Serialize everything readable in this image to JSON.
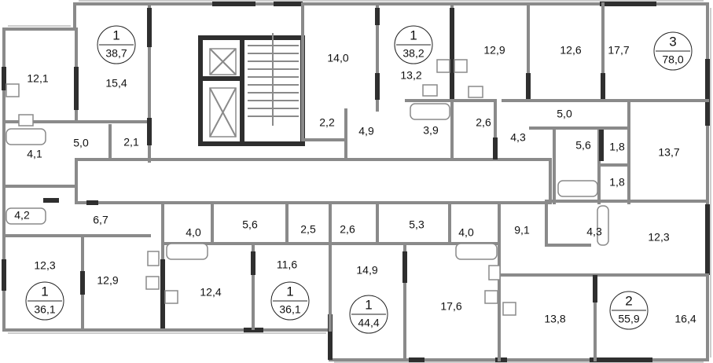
{
  "rooms": [
    {
      "id": "r1",
      "area": "12,1"
    },
    {
      "id": "r2",
      "area": "15,4"
    },
    {
      "id": "r3",
      "area": "5,0"
    },
    {
      "id": "r4",
      "area": "2,1"
    },
    {
      "id": "r5",
      "area": "4,1"
    },
    {
      "id": "r6",
      "area": "14,0"
    },
    {
      "id": "r7",
      "area": "2,2"
    },
    {
      "id": "r8",
      "area": "4,9"
    },
    {
      "id": "r9",
      "area": "13,2"
    },
    {
      "id": "r10",
      "area": "3,9"
    },
    {
      "id": "r11",
      "area": "2,6"
    },
    {
      "id": "r12",
      "area": "12,9"
    },
    {
      "id": "r13",
      "area": "12,6"
    },
    {
      "id": "r14",
      "area": "17,7"
    },
    {
      "id": "r15",
      "area": "5,0"
    },
    {
      "id": "r16",
      "area": "4,3"
    },
    {
      "id": "r17",
      "area": "5,6"
    },
    {
      "id": "r18",
      "area": "1,8"
    },
    {
      "id": "r19",
      "area": "13,7"
    },
    {
      "id": "r20",
      "area": "1,8"
    },
    {
      "id": "r21",
      "area": "4,2"
    },
    {
      "id": "r22",
      "area": "6,7"
    },
    {
      "id": "r23",
      "area": "4,0"
    },
    {
      "id": "r24",
      "area": "5,6"
    },
    {
      "id": "r25",
      "area": "2,5"
    },
    {
      "id": "r26",
      "area": "2,6"
    },
    {
      "id": "r27",
      "area": "5,3"
    },
    {
      "id": "r28",
      "area": "4,0"
    },
    {
      "id": "r29",
      "area": "9,1"
    },
    {
      "id": "r30",
      "area": "4,3"
    },
    {
      "id": "r31",
      "area": "12,3"
    },
    {
      "id": "r32",
      "area": "12,3"
    },
    {
      "id": "r33",
      "area": "12,9"
    },
    {
      "id": "r34",
      "area": "12,4"
    },
    {
      "id": "r35",
      "area": "11,6"
    },
    {
      "id": "r36",
      "area": "14,9"
    },
    {
      "id": "r37",
      "area": "17,6"
    },
    {
      "id": "r38",
      "area": "13,8"
    },
    {
      "id": "r39",
      "area": "16,4"
    }
  ],
  "apartments": [
    {
      "id": "a1",
      "rooms": "1",
      "total_area": "38,7"
    },
    {
      "id": "a2",
      "rooms": "1",
      "total_area": "38,2"
    },
    {
      "id": "a3",
      "rooms": "3",
      "total_area": "78,0"
    },
    {
      "id": "a4",
      "rooms": "1",
      "total_area": "36,1"
    },
    {
      "id": "a5",
      "rooms": "1",
      "total_area": "36,1"
    },
    {
      "id": "a6",
      "rooms": "1",
      "total_area": "44,4"
    },
    {
      "id": "a7",
      "rooms": "2",
      "total_area": "55,9"
    }
  ],
  "colors": {
    "wall": "#8a8a8a",
    "wall_dark": "#2f2f2f",
    "text": "#111111"
  }
}
